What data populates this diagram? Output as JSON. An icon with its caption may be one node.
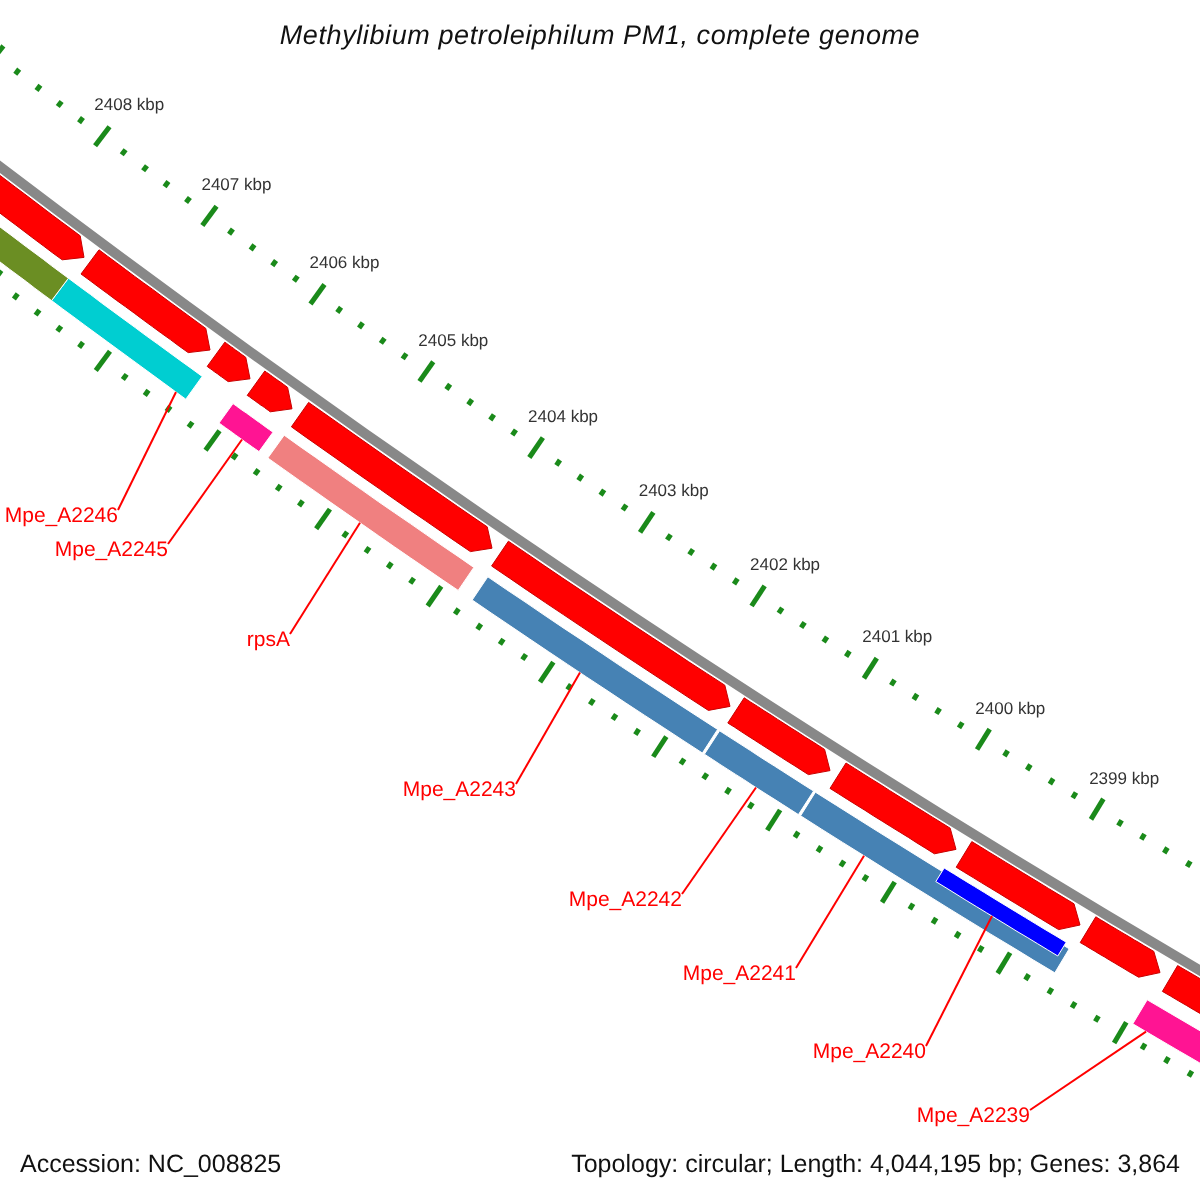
{
  "diagram": {
    "title": "Methylibium petroleiphilum PM1, complete genome",
    "nodes": [
      {
        "text": [
          "Mpe_A2246"
        ]
      },
      {
        "text": [
          "Mpe_A2245"
        ]
      },
      {
        "text": [
          "rpsA"
        ]
      },
      {
        "text": [
          "Mpe_A2243"
        ]
      },
      {
        "text": [
          "Mpe_A2242"
        ]
      },
      {
        "text": [
          "Mpe_A2241"
        ]
      },
      {
        "text": [
          "Mpe_A2240"
        ]
      },
      {
        "text": [
          "Mpe_A2239"
        ]
      },
      {
        "text": [],
        "shape": "bar"
      },
      {
        "text": [],
        "shape": "bar"
      },
      {
        "text": [],
        "shape": "bar"
      },
      {
        "text": [],
        "shape": "bar"
      },
      {
        "text": [],
        "shape": "bar"
      },
      {
        "text": [],
        "shape": "bar"
      },
      {
        "text": [],
        "shape": "bar",
        "in": 13
      },
      {
        "text": [],
        "shape": "bar"
      },
      {
        "text": [],
        "shape": "bar"
      },
      {
        "text": [],
        "shape": "bar"
      },
      {
        "text": [],
        "shape": "bar"
      },
      {
        "text": [],
        "shape": "bar"
      },
      {
        "text": [],
        "shape": "bar"
      },
      {
        "text": [],
        "shape": "bar"
      },
      {
        "text": [],
        "shape": "bar"
      },
      {
        "text": [],
        "shape": "bar"
      },
      {
        "text": [],
        "shape": "bar"
      },
      {
        "text": [],
        "shape": "bar"
      },
      {
        "text": [],
        "shape": "bar"
      },
      {
        "text": [],
        "shape": "bar"
      }
    ],
    "edges": [
      {
        "from": 0,
        "to": 8,
        "arrow": "none"
      },
      {
        "from": 1,
        "to": 9,
        "arrow": "none"
      },
      {
        "from": 2,
        "to": 10,
        "arrow": "none"
      },
      {
        "from": 3,
        "to": 11,
        "arrow": "none"
      },
      {
        "from": 4,
        "to": 12,
        "arrow": "none"
      },
      {
        "from": 5,
        "to": 13,
        "arrow": "none"
      },
      {
        "from": 6,
        "to": 14,
        "arrow": "none"
      },
      {
        "from": 7,
        "to": 15,
        "arrow": "none"
      }
    ],
    "labels": [
      "2408 kbp",
      "2407 kbp",
      "2406 kbp",
      "2405 kbp",
      "2404 kbp",
      "2403 kbp",
      "2402 kbp",
      "2401 kbp",
      "2400 kbp",
      "2399 kbp",
      "Accession: NC_008825",
      "Topology: circular; Length: 4,044,195 bp; Genes: 3,864"
    ]
  }
}
